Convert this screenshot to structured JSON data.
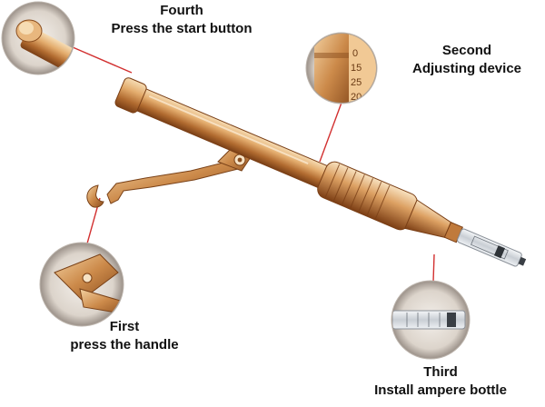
{
  "steps": {
    "fourth": {
      "line1": "Fourth",
      "line2": "Press the start button"
    },
    "second": {
      "line1": "Second",
      "line2": "Adjusting device"
    },
    "first": {
      "line1": "First",
      "line2": "press the handle"
    },
    "third": {
      "line1": "Third",
      "line2": "Install ampere bottle"
    }
  },
  "scale_marks": [
    "0",
    "15",
    "25",
    "20"
  ],
  "colors": {
    "gold_light": "#f4d3a6",
    "gold_mid": "#d89a5a",
    "gold_dark": "#8a4d1e",
    "leader_line": "#d23030",
    "text": "#111111"
  }
}
